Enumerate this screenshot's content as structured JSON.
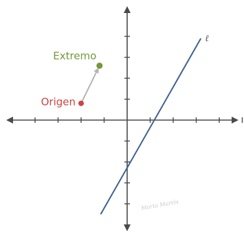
{
  "diagram": {
    "axes_color": "#4a4a4a",
    "line": {
      "name": "ℓ",
      "color": "#3d6390",
      "from": [
        -1.15,
        -4.5
      ],
      "to": [
        3.2,
        3.9
      ]
    },
    "vector": {
      "color": "#b4b4b4",
      "origin": {
        "label": "Origen",
        "color": "#cf4444",
        "point": [
          -2,
          0.8
        ]
      },
      "end": {
        "label": "Extremo",
        "color": "#76973a",
        "point": [
          -1.2,
          2.6
        ]
      }
    },
    "signature": "Marta Martín",
    "x_ticks": [
      -5,
      -4,
      -3,
      -2,
      -1,
      1,
      2,
      3,
      4,
      5
    ],
    "y_ticks": [
      -4,
      -3,
      -2,
      -1,
      1,
      2,
      3,
      4
    ]
  }
}
